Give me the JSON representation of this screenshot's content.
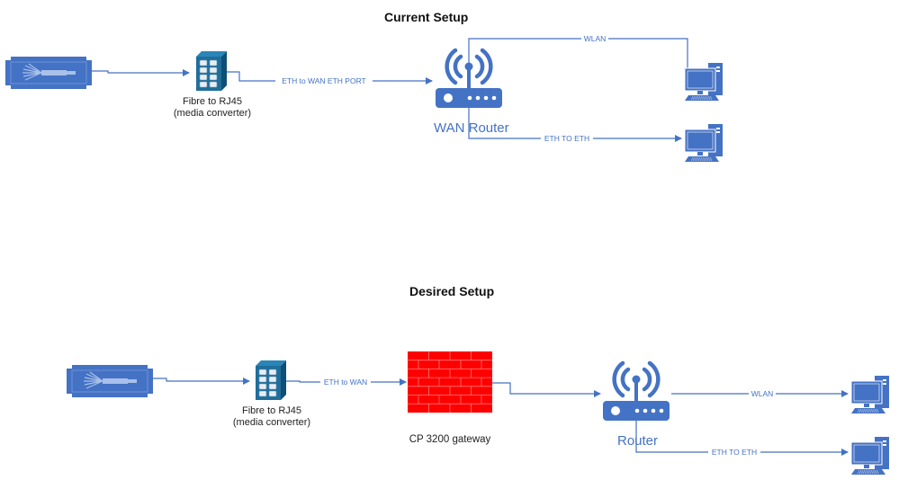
{
  "colors": {
    "icon_blue": "#4472C4",
    "converter_teal": "#1F6E9C",
    "firewall_red": "#FF0000",
    "background": "#FFFFFF"
  },
  "current": {
    "title": "Current Setup",
    "fibre_icon": "fibre-cable-icon",
    "converter": {
      "icon": "media-converter-icon",
      "label_line1": "Fibre to RJ45",
      "label_line2": "(media converter)"
    },
    "link_converter_router": "ETH to WAN ETH PORT",
    "router": {
      "icon": "wireless-router-icon",
      "label": "WAN Router"
    },
    "link_wlan": "WLAN",
    "link_eth": "ETH TO ETH",
    "computers": [
      "desktop-computer-icon",
      "desktop-computer-icon"
    ]
  },
  "desired": {
    "title": "Desired Setup",
    "fibre_icon": "fibre-cable-icon",
    "converter": {
      "icon": "media-converter-icon",
      "label_line1": "Fibre to RJ45",
      "label_line2": "(media converter)"
    },
    "link_converter_gateway": "ETH to WAN",
    "gateway": {
      "icon": "firewall-icon",
      "label": "CP 3200 gateway"
    },
    "router": {
      "icon": "wireless-router-icon",
      "label": "Router"
    },
    "link_wlan": "WLAN",
    "link_eth": "ETH TO ETH",
    "computers": [
      "desktop-computer-icon",
      "desktop-computer-icon"
    ]
  }
}
